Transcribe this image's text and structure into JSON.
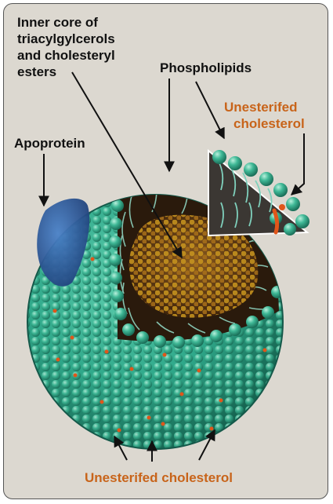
{
  "labels": {
    "core_line1": "Inner core of",
    "core_line2": "triacylgylcerols",
    "core_line3": "and cholesteryl",
    "core_line4": "esters",
    "phospholipids": "Phospholipids",
    "unest_top_line1": "Unesterifed",
    "unest_top_line2": "cholesterol",
    "apoprotein": "Apoprotein",
    "unest_bottom": "Unesterifed cholesterol"
  },
  "colors": {
    "background": "#dcd8d0",
    "shell_teal": "#2fa88a",
    "shell_dark": "#1d7a63",
    "core_brown": "#5a3412",
    "core_gold": "#c9961f",
    "apoprotein_blue": "#2f5fa8",
    "cholesterol_orange": "#e0561a",
    "label_orange": "#c8641a",
    "label_dark": "#111111"
  }
}
